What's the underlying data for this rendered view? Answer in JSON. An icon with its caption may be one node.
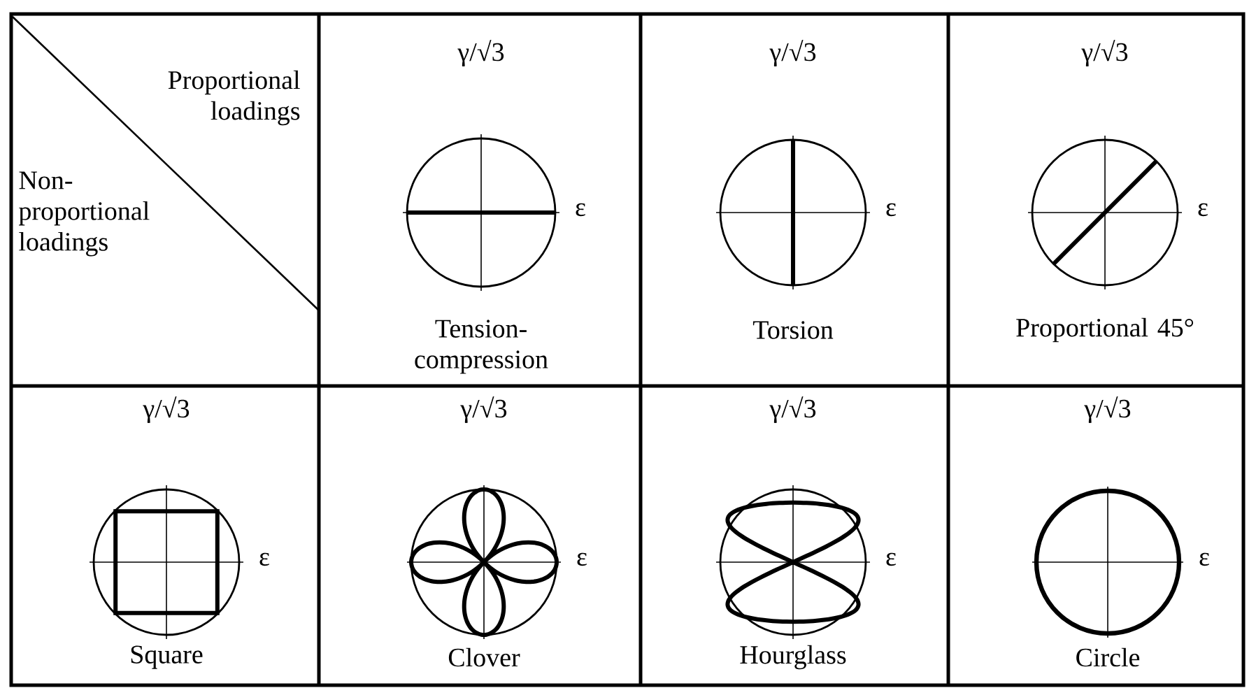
{
  "diagram": {
    "labels": [
      "Proportional loadings",
      "Non-proportional loadings",
      "γ/√3",
      "ε",
      "Tension-compression",
      "γ/√3",
      "ε",
      "Torsion",
      "γ/√3",
      "ε",
      "Proportional 45°",
      "γ/√3",
      "ε",
      "Square",
      "γ/√3",
      "ε",
      "Clover",
      "γ/√3",
      "ε",
      "Hourglass",
      "γ/√3",
      "ε",
      "Circle"
    ]
  }
}
